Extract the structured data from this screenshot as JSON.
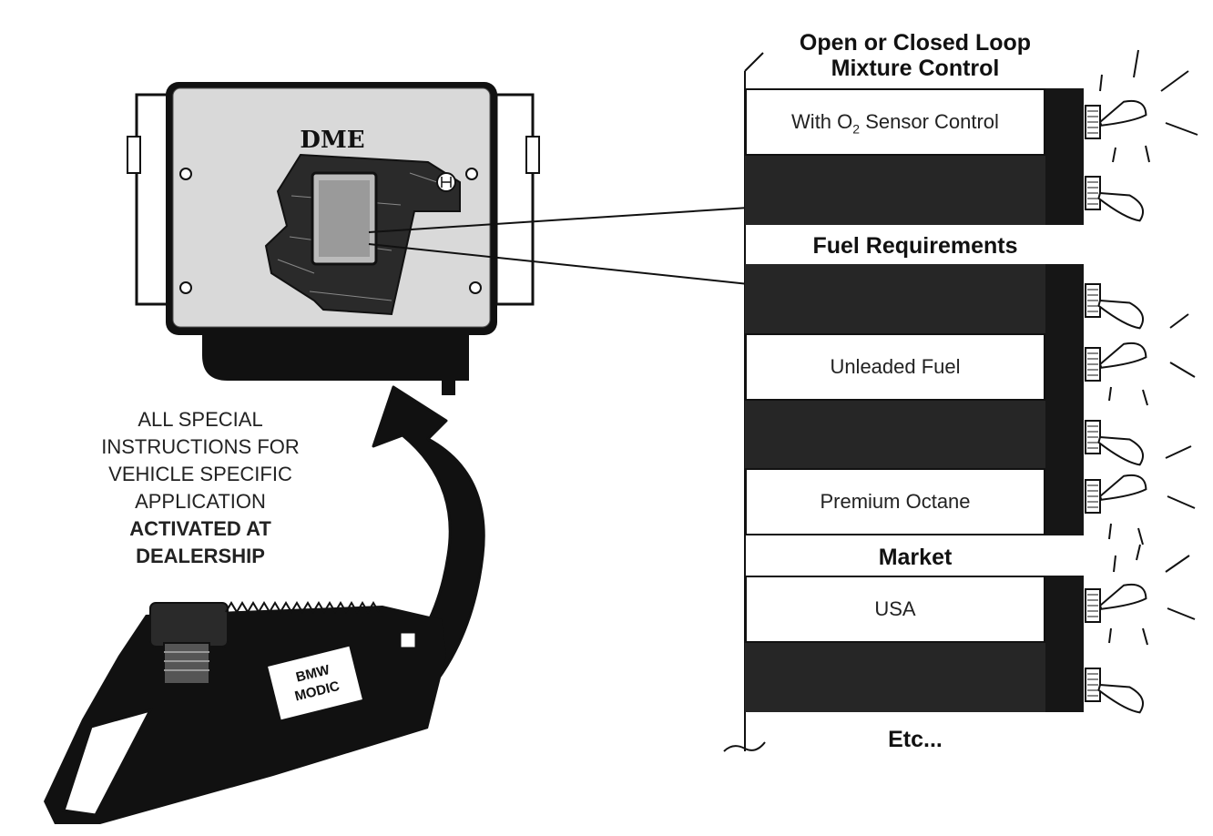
{
  "dme": {
    "label": "DME"
  },
  "note": {
    "lines": [
      "ALL SPECIAL",
      "INSTRUCTIONS FOR",
      "VEHICLE SPECIFIC",
      "APPLICATION"
    ],
    "bold_lines": [
      "ACTIVATED AT",
      "DEALERSHIP"
    ]
  },
  "tester": {
    "tag_line1": "BMW",
    "tag_line2": "MODIC"
  },
  "panel": {
    "header1_line1": "Open or Closed Loop",
    "header1_line2": "Mixture Control",
    "row_o2": "With O",
    "row_o2_sub": "2",
    "row_o2_rest": " Sensor Control",
    "header2": "Fuel Requirements",
    "row_unleaded": "Unleaded Fuel",
    "row_premium": "Premium Octane",
    "header3": "Market",
    "row_usa": "USA",
    "footer": "Etc..."
  },
  "colors": {
    "ink": "#111111",
    "dark_fill": "#262626",
    "case_fill": "#d9d9d9",
    "paper": "#ffffff"
  }
}
